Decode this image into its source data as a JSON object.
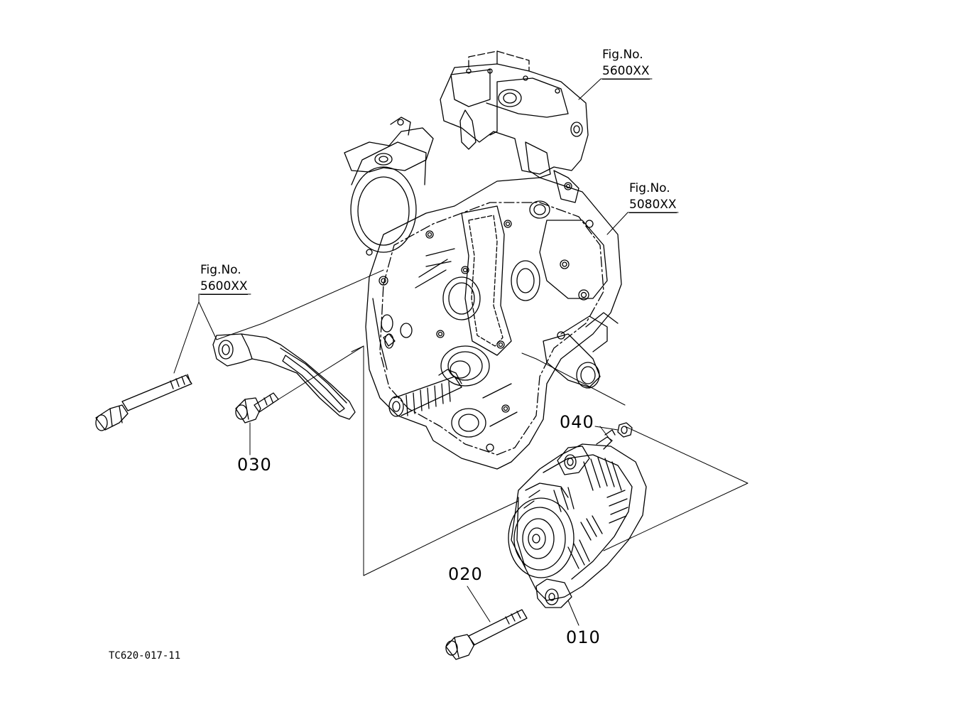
{
  "references": [
    {
      "id": "ref-top",
      "title": "Fig.No.",
      "number": "5600XX"
    },
    {
      "id": "ref-right",
      "title": "Fig.No.",
      "number": "5080XX"
    },
    {
      "id": "ref-left",
      "title": "Fig.No.",
      "number": "5600XX"
    }
  ],
  "parts": [
    {
      "id": "part-010",
      "code": "010"
    },
    {
      "id": "part-020",
      "code": "020"
    },
    {
      "id": "part-030",
      "code": "030"
    },
    {
      "id": "part-040",
      "code": "040"
    }
  ],
  "drawing_code": "TC620-017-11",
  "colors": {
    "line": "#000000",
    "background": "#ffffff"
  }
}
